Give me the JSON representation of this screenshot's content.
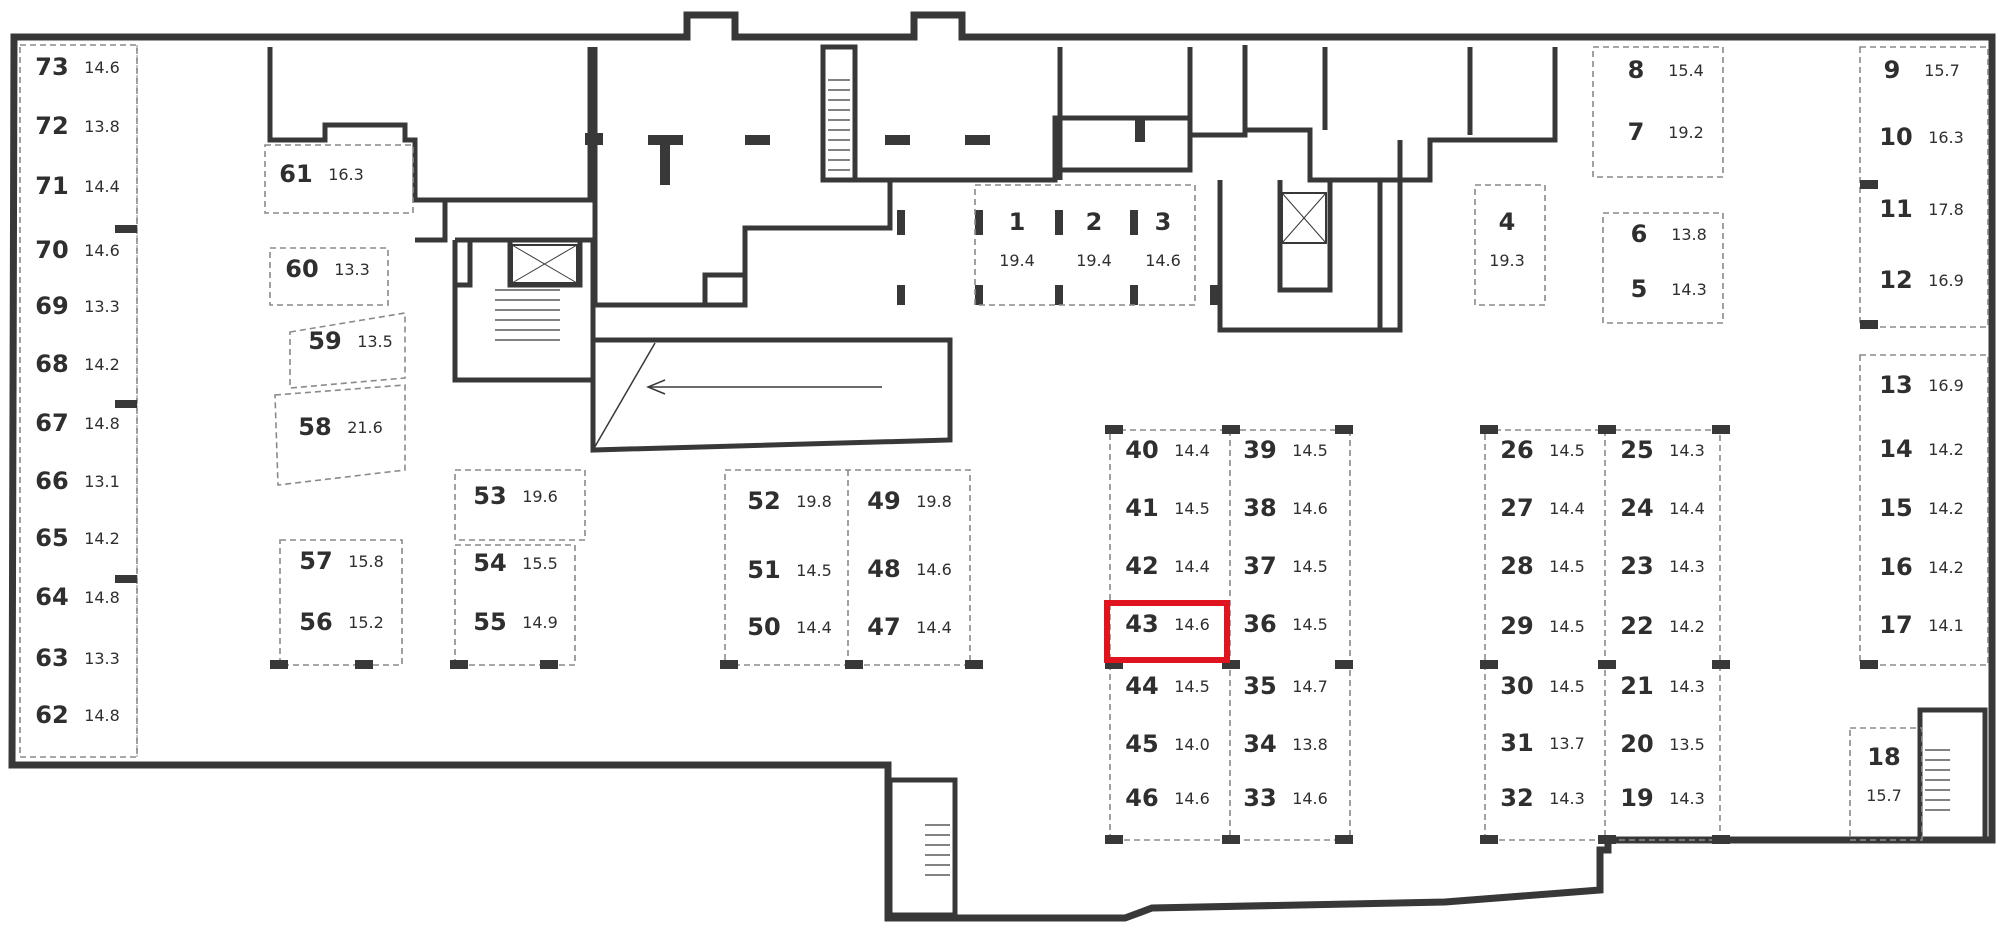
{
  "map": {
    "highlight_color": "#e0141e",
    "selected_spot": "43",
    "spots": [
      {
        "num": "73",
        "area": "14.6"
      },
      {
        "num": "72",
        "area": "13.8"
      },
      {
        "num": "71",
        "area": "14.4"
      },
      {
        "num": "70",
        "area": "14.6"
      },
      {
        "num": "69",
        "area": "13.3"
      },
      {
        "num": "68",
        "area": "14.2"
      },
      {
        "num": "67",
        "area": "14.8"
      },
      {
        "num": "66",
        "area": "13.1"
      },
      {
        "num": "65",
        "area": "14.2"
      },
      {
        "num": "64",
        "area": "14.8"
      },
      {
        "num": "63",
        "area": "13.3"
      },
      {
        "num": "62",
        "area": "14.8"
      },
      {
        "num": "61",
        "area": "16.3"
      },
      {
        "num": "60",
        "area": "13.3"
      },
      {
        "num": "59",
        "area": "13.5"
      },
      {
        "num": "58",
        "area": "21.6"
      },
      {
        "num": "57",
        "area": "15.8"
      },
      {
        "num": "56",
        "area": "15.2"
      },
      {
        "num": "53",
        "area": "19.6"
      },
      {
        "num": "54",
        "area": "15.5"
      },
      {
        "num": "55",
        "area": "14.9"
      },
      {
        "num": "52",
        "area": "19.8"
      },
      {
        "num": "49",
        "area": "19.8"
      },
      {
        "num": "51",
        "area": "14.5"
      },
      {
        "num": "48",
        "area": "14.6"
      },
      {
        "num": "50",
        "area": "14.4"
      },
      {
        "num": "47",
        "area": "14.4"
      },
      {
        "num": "1",
        "area": "19.4"
      },
      {
        "num": "2",
        "area": "19.4"
      },
      {
        "num": "3",
        "area": "14.6"
      },
      {
        "num": "4",
        "area": "19.3"
      },
      {
        "num": "8",
        "area": "15.4"
      },
      {
        "num": "7",
        "area": "19.2"
      },
      {
        "num": "6",
        "area": "13.8"
      },
      {
        "num": "5",
        "area": "14.3"
      },
      {
        "num": "9",
        "area": "15.7"
      },
      {
        "num": "10",
        "area": "16.3"
      },
      {
        "num": "11",
        "area": "17.8"
      },
      {
        "num": "12",
        "area": "16.9"
      },
      {
        "num": "13",
        "area": "16.9"
      },
      {
        "num": "14",
        "area": "14.2"
      },
      {
        "num": "15",
        "area": "14.2"
      },
      {
        "num": "16",
        "area": "14.2"
      },
      {
        "num": "17",
        "area": "14.1"
      },
      {
        "num": "18",
        "area": "15.7"
      },
      {
        "num": "40",
        "area": "14.4"
      },
      {
        "num": "41",
        "area": "14.5"
      },
      {
        "num": "42",
        "area": "14.4"
      },
      {
        "num": "43",
        "area": "14.6"
      },
      {
        "num": "44",
        "area": "14.5"
      },
      {
        "num": "45",
        "area": "14.0"
      },
      {
        "num": "46",
        "area": "14.6"
      },
      {
        "num": "39",
        "area": "14.5"
      },
      {
        "num": "38",
        "area": "14.6"
      },
      {
        "num": "37",
        "area": "14.5"
      },
      {
        "num": "36",
        "area": "14.5"
      },
      {
        "num": "35",
        "area": "14.7"
      },
      {
        "num": "34",
        "area": "13.8"
      },
      {
        "num": "33",
        "area": "14.6"
      },
      {
        "num": "26",
        "area": "14.5"
      },
      {
        "num": "27",
        "area": "14.4"
      },
      {
        "num": "28",
        "area": "14.5"
      },
      {
        "num": "29",
        "area": "14.5"
      },
      {
        "num": "30",
        "area": "14.5"
      },
      {
        "num": "31",
        "area": "13.7"
      },
      {
        "num": "32",
        "area": "14.3"
      },
      {
        "num": "25",
        "area": "14.3"
      },
      {
        "num": "24",
        "area": "14.4"
      },
      {
        "num": "23",
        "area": "14.3"
      },
      {
        "num": "22",
        "area": "14.2"
      },
      {
        "num": "21",
        "area": "14.3"
      },
      {
        "num": "20",
        "area": "13.5"
      },
      {
        "num": "19",
        "area": "14.3"
      }
    ]
  }
}
